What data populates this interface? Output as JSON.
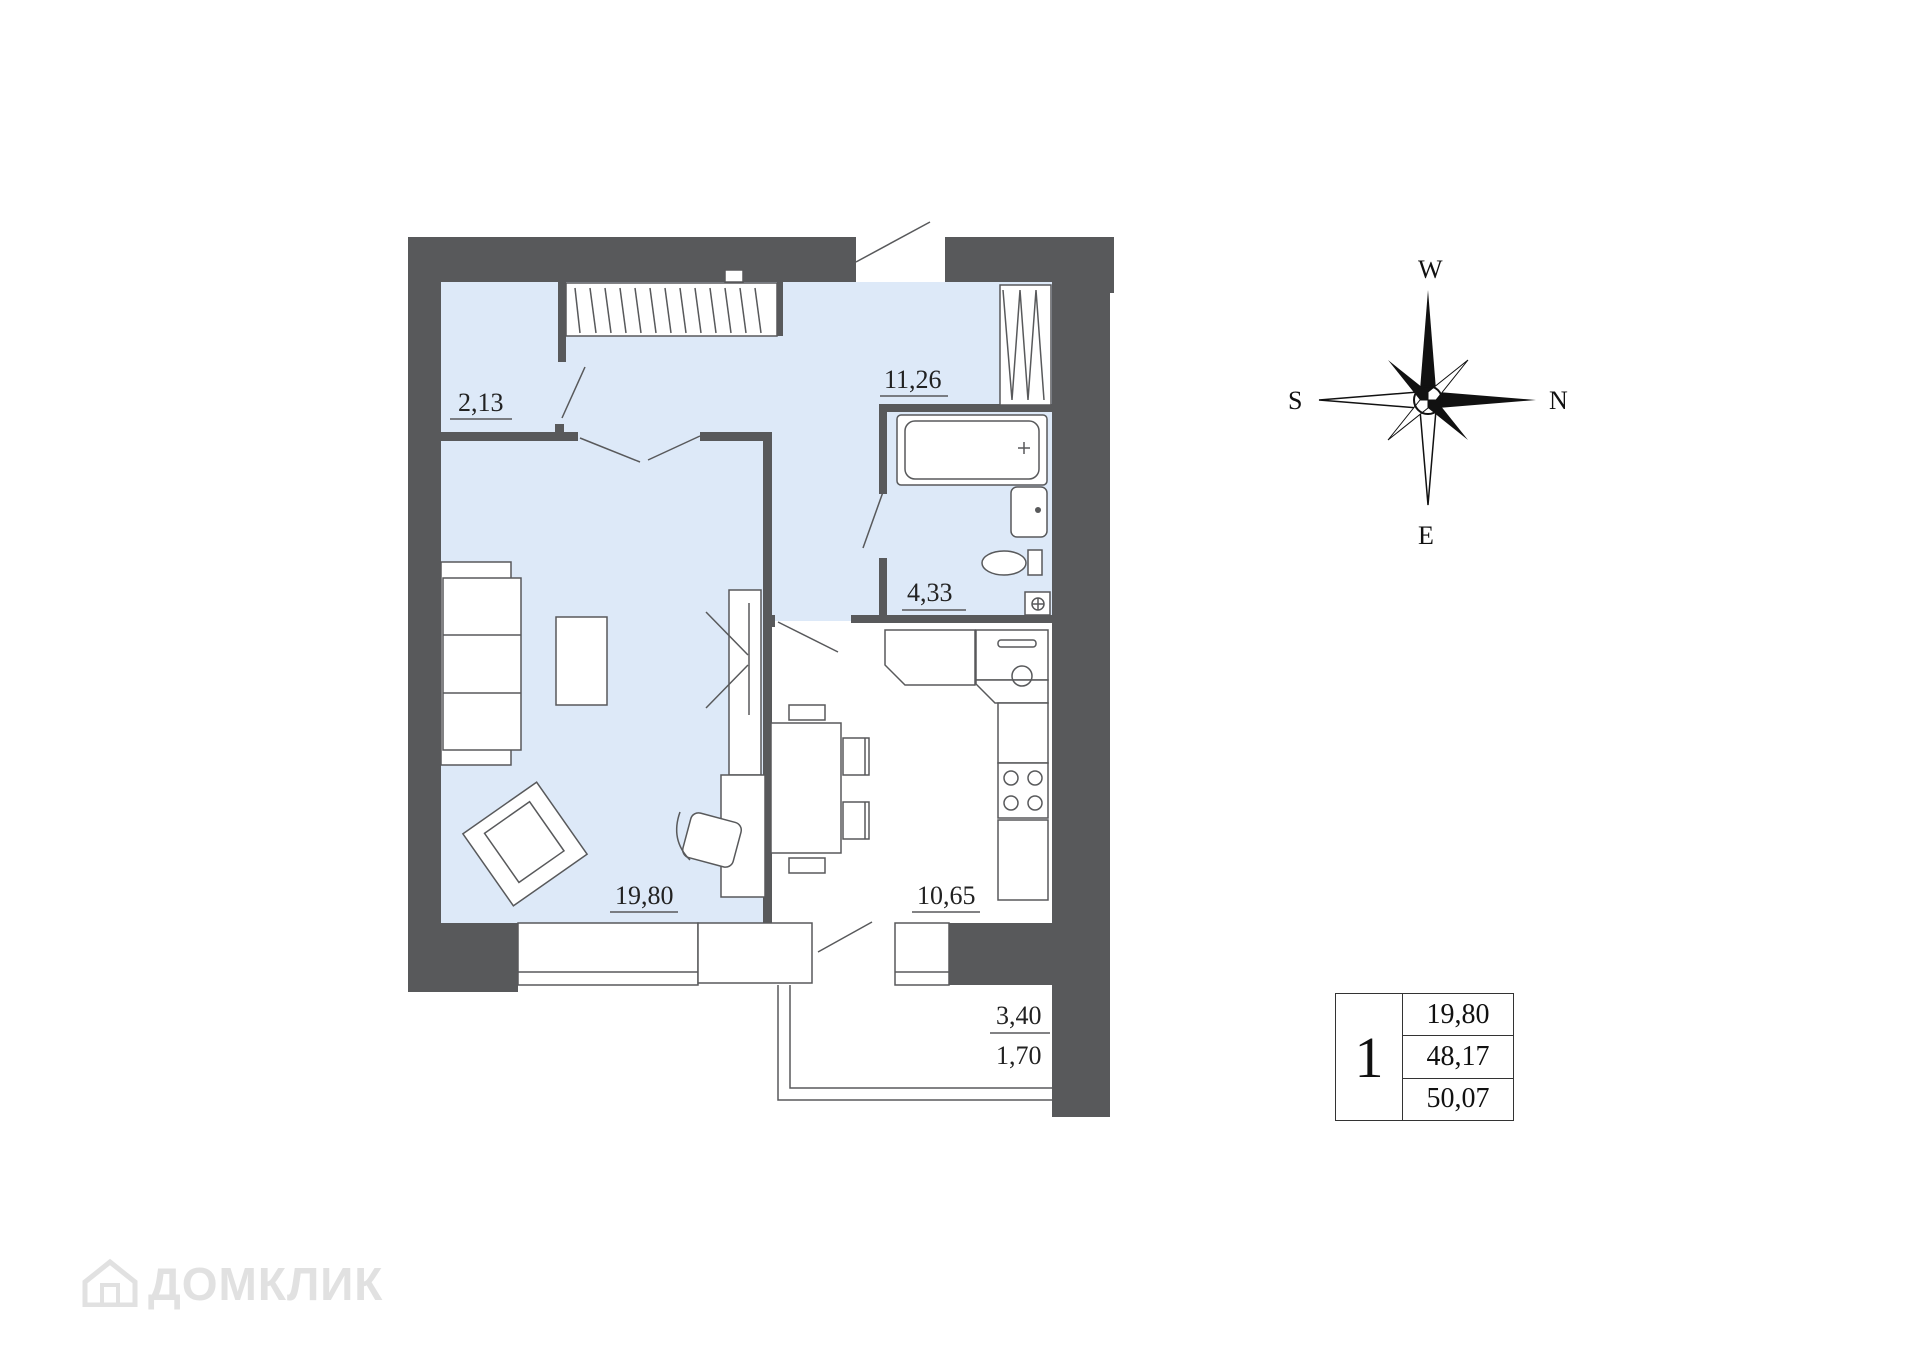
{
  "rooms": {
    "hall": {
      "area": "2,13"
    },
    "corridor": {
      "area": "11,26"
    },
    "bathroom": {
      "area": "4,33"
    },
    "living_room": {
      "area": "19,80"
    },
    "kitchen": {
      "area": "10,65"
    },
    "balcony": {
      "area_full": "3,40",
      "area_reduced": "1,70"
    }
  },
  "compass": {
    "north": "N",
    "south": "S",
    "west": "W",
    "east": "E"
  },
  "summary": {
    "rooms_count": "1",
    "living_area": "19,80",
    "total_area": "48,17",
    "total_with_balcony": "50,07"
  },
  "watermark": {
    "text": "ДОМКЛИК"
  },
  "colors": {
    "wall": "#58595b",
    "floor": "#dde9f8",
    "furniture": "#ffffff"
  }
}
